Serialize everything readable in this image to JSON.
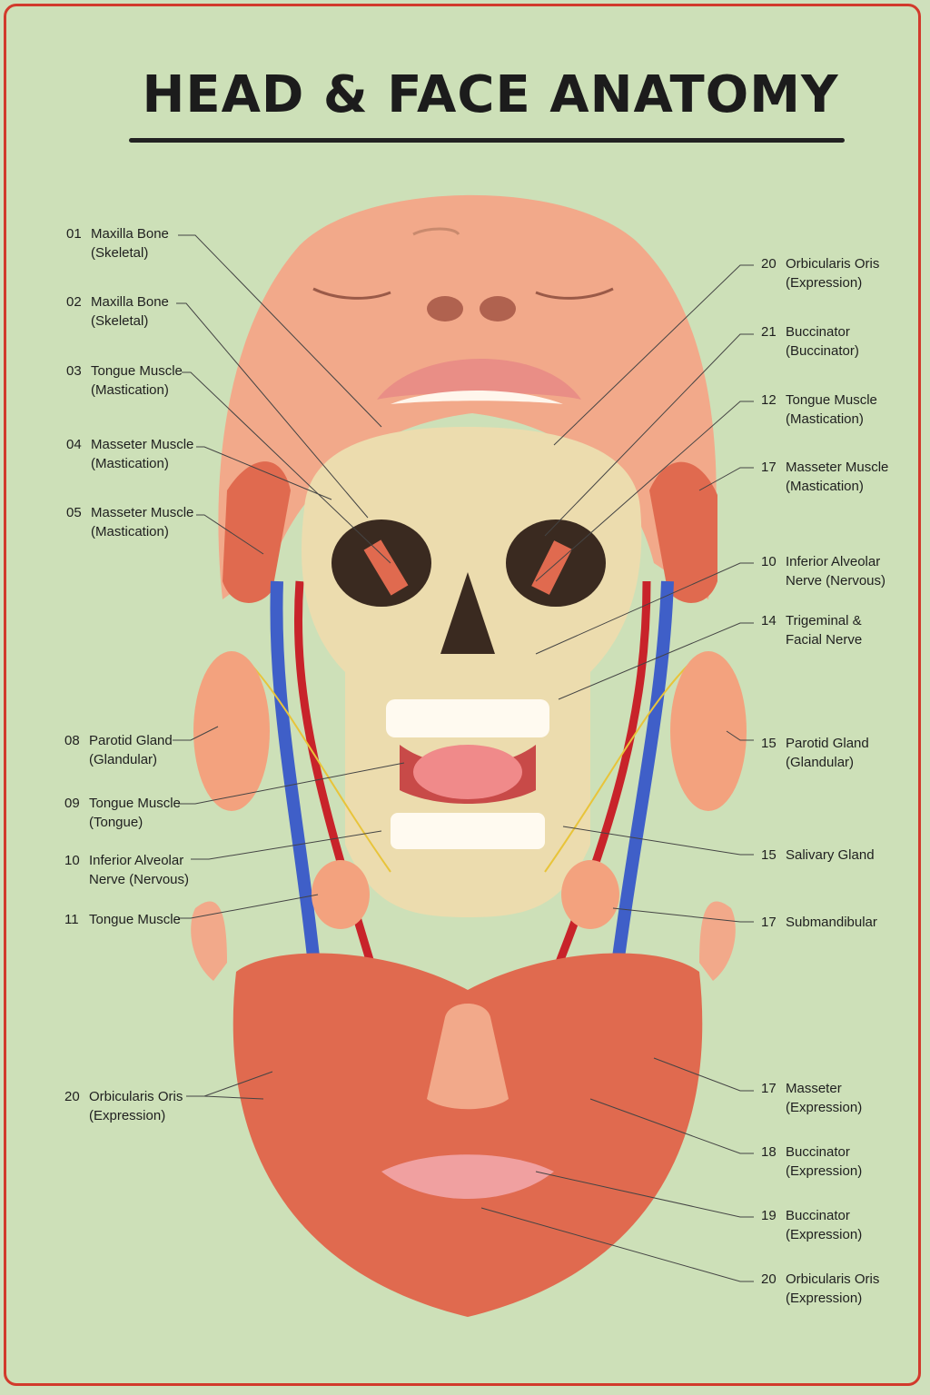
{
  "title": "HEAD & FACE ANATOMY",
  "colors": {
    "background": "#cde0b8",
    "border": "#d23a2c",
    "skin": "#f2a98a",
    "muscle": "#e06a4f",
    "bone": "#ecdcae",
    "artery": "#c8232a",
    "vein": "#3f5fc8",
    "nerve": "#e8c43a",
    "gland": "#f3a27e"
  },
  "labels_left": [
    {
      "num": "01",
      "line1": "Maxilla Bone",
      "line2": "(Skeletal)"
    },
    {
      "num": "02",
      "line1": "Maxilla Bone",
      "line2": "(Skeletal)"
    },
    {
      "num": "03",
      "line1": "Tongue Muscle",
      "line2": "(Mastication)"
    },
    {
      "num": "04",
      "line1": "Masseter Muscle",
      "line2": "(Mastication)"
    },
    {
      "num": "05",
      "line1": "Masseter Muscle",
      "line2": "(Mastication)"
    },
    {
      "num": "08",
      "line1": "Parotid Gland",
      "line2": "(Glandular)"
    },
    {
      "num": "09",
      "line1": "Tongue Muscle",
      "line2": "(Tongue)"
    },
    {
      "num": "10",
      "line1": "Inferior Alveolar",
      "line2": "Nerve (Nervous)"
    },
    {
      "num": "11",
      "line1": "Tongue Muscle",
      "line2": ""
    },
    {
      "num": "20",
      "line1": "Orbicularis Oris",
      "line2": "(Expression)"
    }
  ],
  "labels_right": [
    {
      "num": "20",
      "line1": "Orbicularis Oris",
      "line2": "(Expression)"
    },
    {
      "num": "21",
      "line1": "Buccinator",
      "line2": "(Buccinator)"
    },
    {
      "num": "12",
      "line1": "Tongue Muscle",
      "line2": "(Mastication)"
    },
    {
      "num": "17",
      "line1": "Masseter Muscle",
      "line2": "(Mastication)"
    },
    {
      "num": "10",
      "line1": "Inferior Alveolar",
      "line2": "Nerve (Nervous)"
    },
    {
      "num": "14",
      "line1": "Trigeminal &",
      "line2": "Facial Nerve"
    },
    {
      "num": "15",
      "line1": "Parotid Gland",
      "line2": "(Glandular)"
    },
    {
      "num": "15",
      "line1": "Salivary Gland",
      "line2": ""
    },
    {
      "num": "17",
      "line1": "Submandibular",
      "line2": ""
    },
    {
      "num": "17",
      "line1": "Masseter",
      "line2": "(Expression)"
    },
    {
      "num": "18",
      "line1": "Buccinator",
      "line2": "(Expression)"
    },
    {
      "num": "19",
      "line1": "Buccinator",
      "line2": "(Expression)"
    },
    {
      "num": "20",
      "line1": "Orbicularis Oris",
      "line2": "(Expression)"
    }
  ]
}
